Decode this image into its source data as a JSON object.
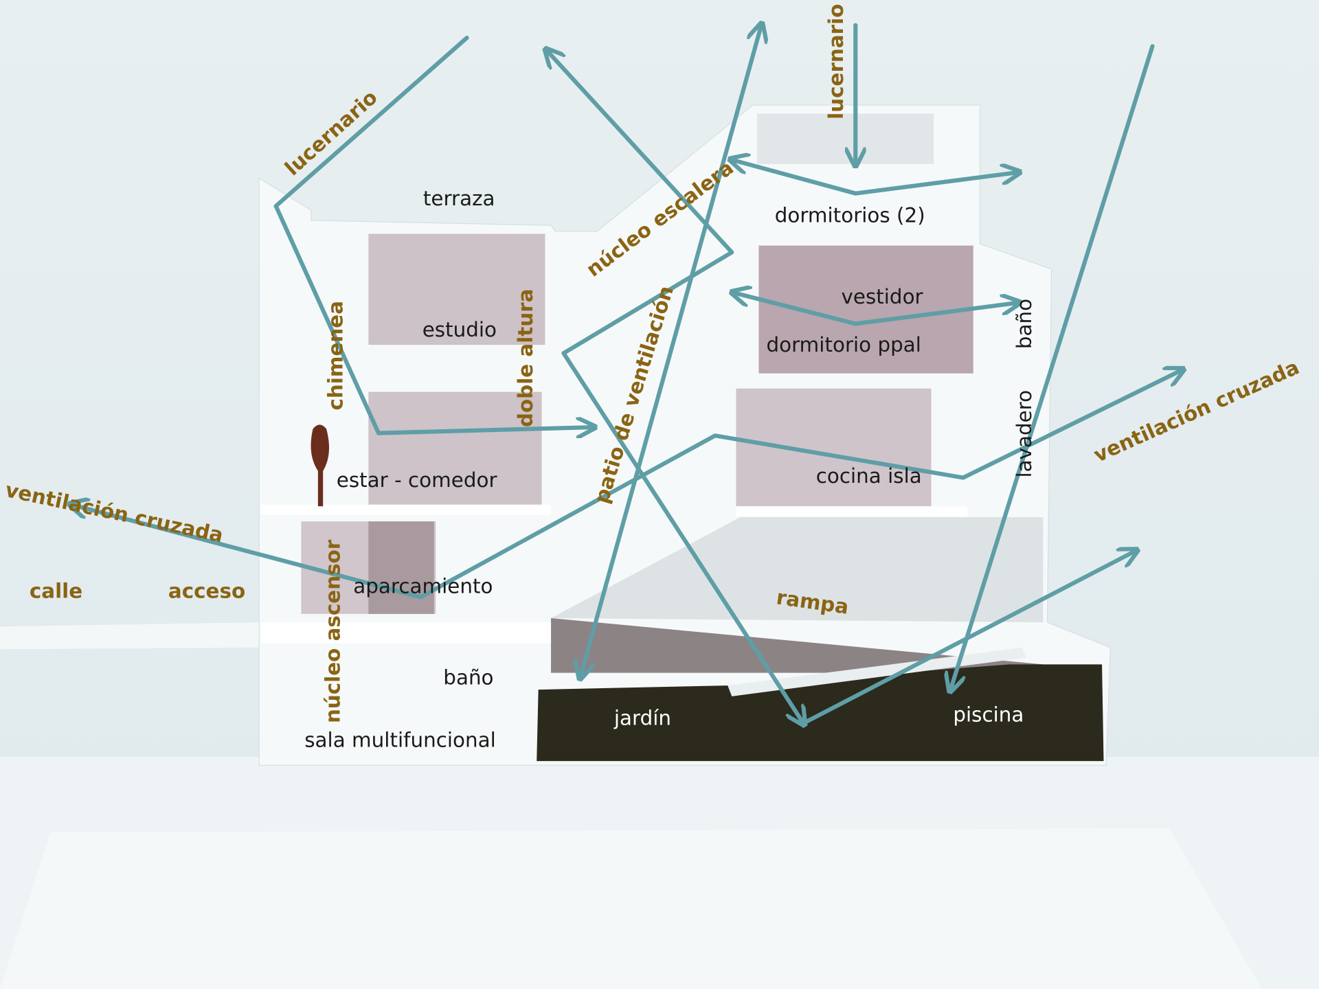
{
  "colors": {
    "arrow": "#5f9ea6",
    "gold_label": "#8a6414",
    "room_label": "#1a1a1a"
  },
  "rooms": {
    "terraza": "terraza",
    "estudio": "estudio",
    "estar": "estar - comedor",
    "aparcamiento": "aparcamiento",
    "bano_lower": "baño",
    "sala": "sala multifuncional",
    "jardin": "jardín",
    "dormitorios": "dormitorios (2)",
    "vestidor": "vestidor",
    "dormitorio_ppal": "dormitorio ppal",
    "cocina": "cocina isla",
    "piscina": "piscina",
    "bano_upper": "baño",
    "lavadero": "lavadero"
  },
  "concepts": {
    "lucernario_left": "lucernario",
    "lucernario_right": "lucernario",
    "chimenea": "chimenea",
    "doble_altura": "doble altura",
    "nucleo_escalera": "núcleo escalera",
    "patio": "patio de ventilación",
    "ventilacion_left": "ventilación cruzada",
    "ventilacion_right": "ventilación cruzada",
    "calle": "calle",
    "acceso": "acceso",
    "nucleo_ascensor": "núcleo ascensor",
    "rampa": "rampa"
  }
}
